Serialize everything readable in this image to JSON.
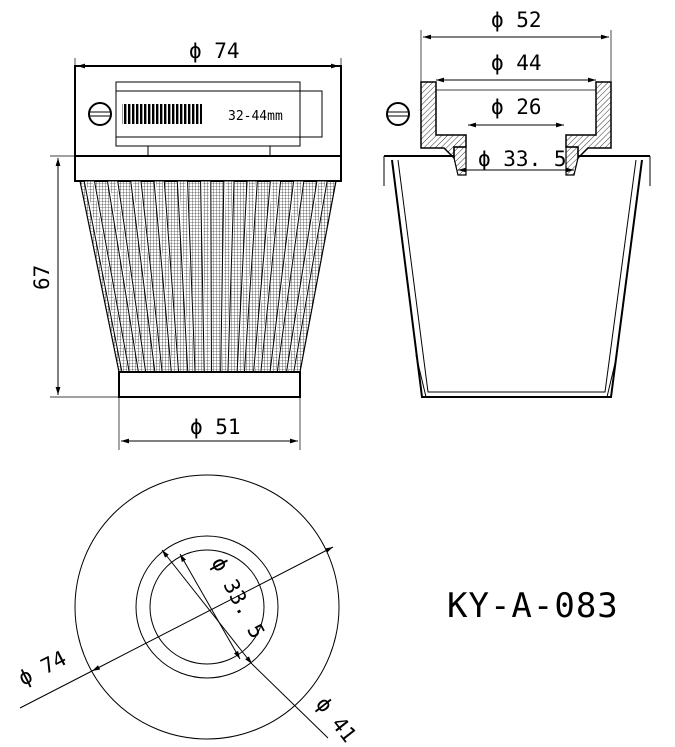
{
  "drawing": {
    "model_code": "KY-A-083",
    "clamp_range_label": "32-44mm",
    "front_view": {
      "top_diameter_label": "ϕ 74",
      "bottom_diameter_label": "ϕ 51",
      "height_label": "67"
    },
    "side_section": {
      "outer_flange_label": "ϕ 52",
      "inner_flange_label": "ϕ 44",
      "bore_label": "ϕ 26",
      "neck_label": "ϕ 33. 5"
    },
    "bottom_view": {
      "outer_diameter_label": "ϕ 74",
      "inner_ring_label": "ϕ 41",
      "bore_label": "ϕ 33. 5"
    },
    "colors": {
      "line": "#000000",
      "background": "#ffffff"
    }
  }
}
